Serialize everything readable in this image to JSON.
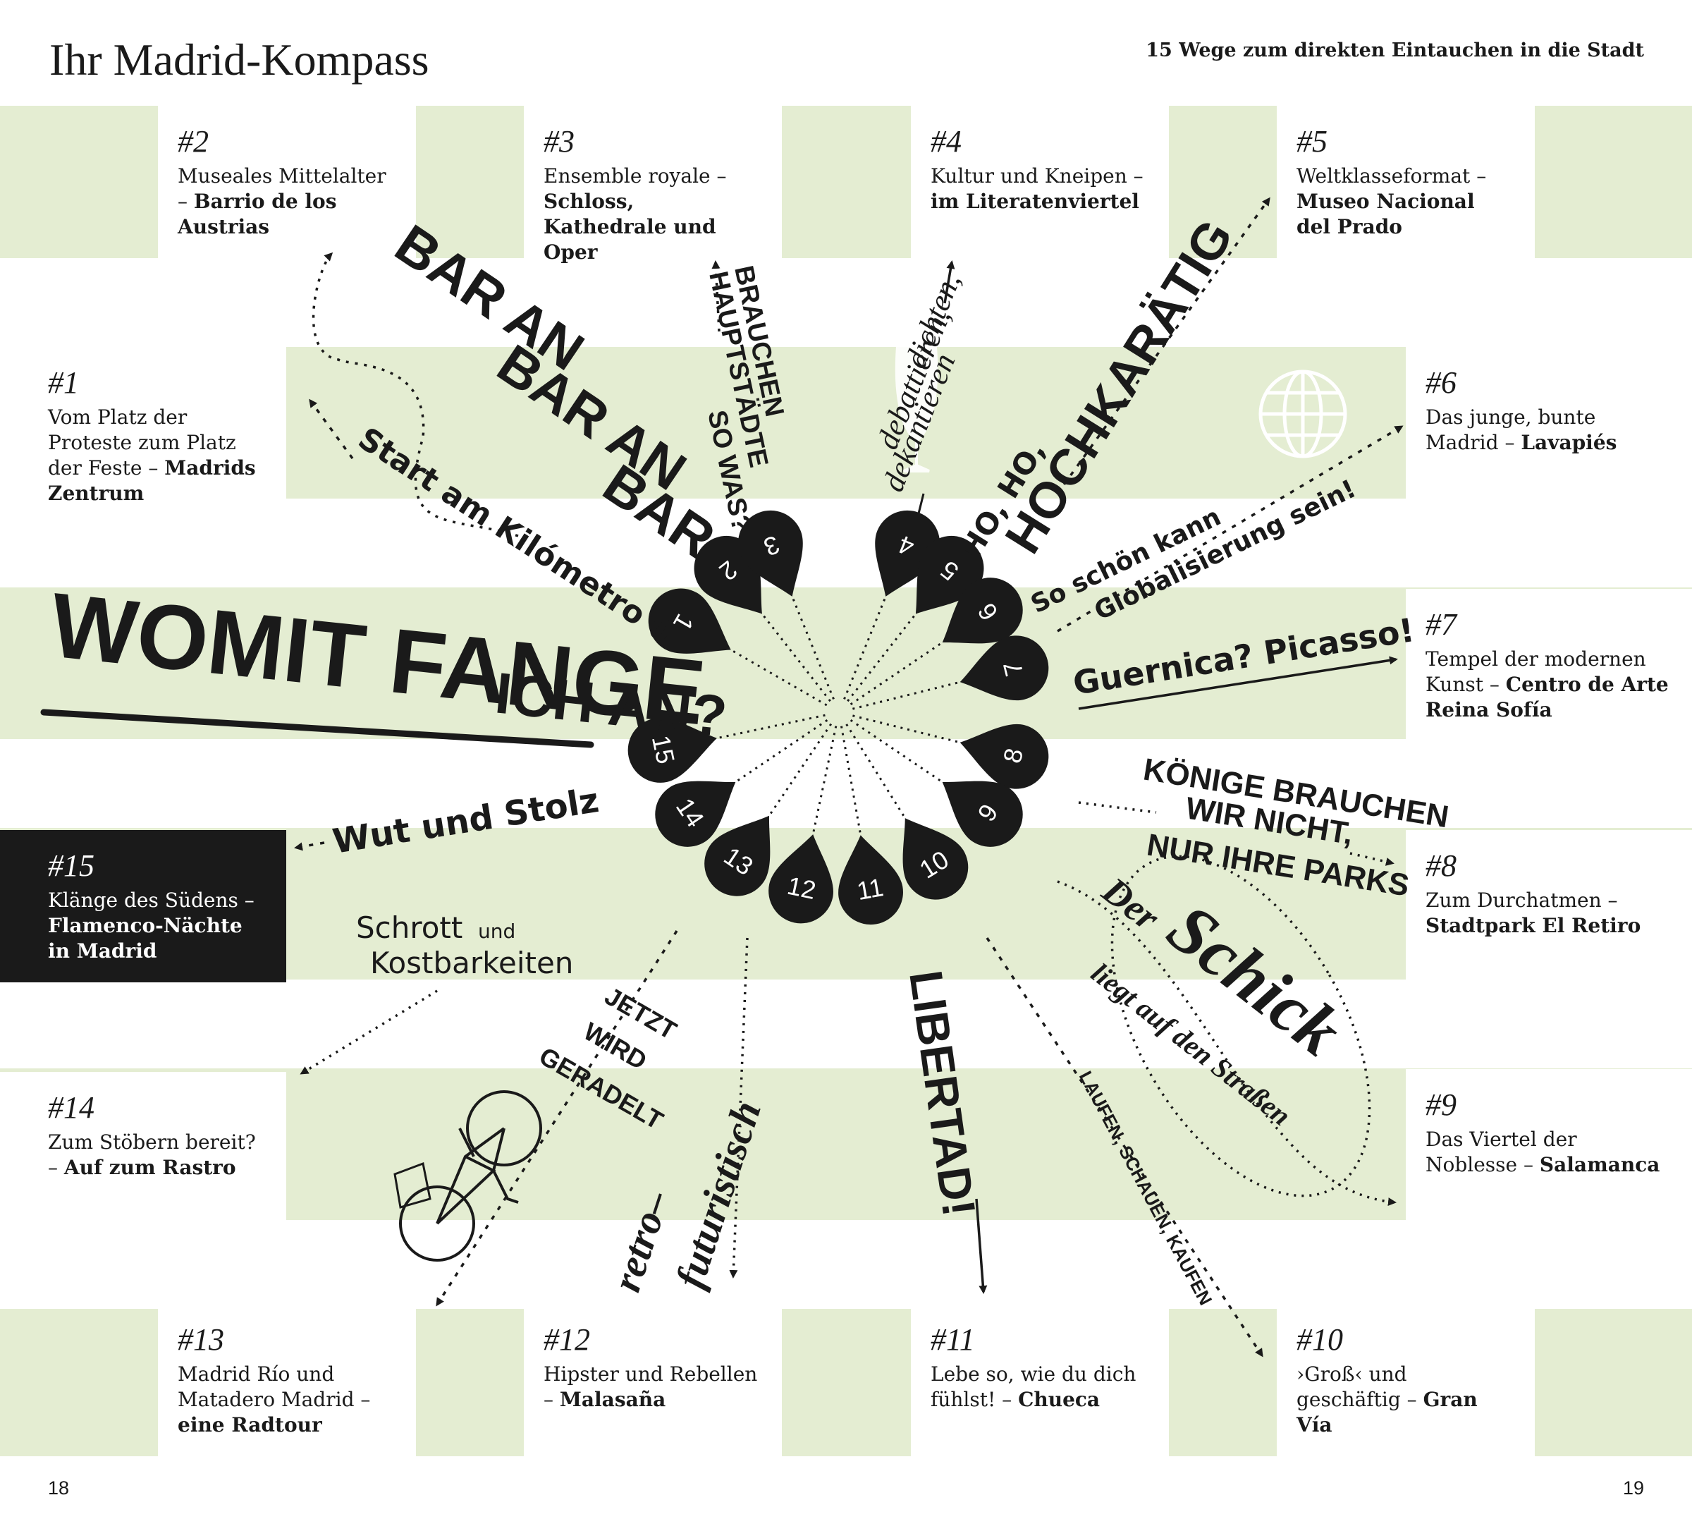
{
  "header": {
    "title": "Ihr Madrid-Kompass",
    "subtitle": "15 Wege zum direkten Eintauchen in die Stadt"
  },
  "entries": [
    {
      "num": "#1",
      "text": "Vom Platz der Proteste zum Platz der Feste – ",
      "bold": "Madrids Zentrum"
    },
    {
      "num": "#2",
      "text": "Museales Mittelalter – ",
      "bold": "Barrio de los Austrias"
    },
    {
      "num": "#3",
      "text": "Ensemble royale – ",
      "bold": "Schloss, Kathedrale und Oper"
    },
    {
      "num": "#4",
      "text": "Kultur und Kneipen – ",
      "bold": "im Literatenviertel"
    },
    {
      "num": "#5",
      "text": "Weltklasseformat – ",
      "bold": "Museo Nacional del Prado"
    },
    {
      "num": "#6",
      "text": "Das junge, bunte Madrid – ",
      "bold": "Lavapiés"
    },
    {
      "num": "#7",
      "text": "Tempel der modernen Kunst – ",
      "bold": "Centro de Arte Reina Sofía"
    },
    {
      "num": "#8",
      "text": "Zum Durchatmen – ",
      "bold": "Stadtpark El Retiro"
    },
    {
      "num": "#9",
      "text": "Das Viertel der Noblesse – ",
      "bold": "Salamanca"
    },
    {
      "num": "#10",
      "text": "›Groß‹ und geschäftig – ",
      "bold": "Gran Vía"
    },
    {
      "num": "#11",
      "text": "Lebe so, wie du dich fühlst! – ",
      "bold": "Chueca"
    },
    {
      "num": "#12",
      "text": "Hipster und Rebellen – ",
      "bold": "Malasaña"
    },
    {
      "num": "#13",
      "text": "Madrid Río und Matadero Madrid – ",
      "bold": "eine Radtour"
    },
    {
      "num": "#14",
      "text": "Zum Stöbern bereit? – ",
      "bold": "Auf zum Rastro"
    },
    {
      "num": "#15",
      "text": "Klänge des Südens – ",
      "bold": "Flamenco-Nächte in Madrid"
    }
  ],
  "compass": {
    "pins": [
      "1",
      "2",
      "3",
      "4",
      "5",
      "6",
      "7",
      "8",
      "9",
      "10",
      "11",
      "12",
      "13",
      "14",
      "15"
    ],
    "headline_1": "WOMIT FANGE",
    "headline_2": "ICH AN?",
    "slogans": {
      "bar_1": "BAR AN",
      "bar_2": "BAR AN",
      "bar_3": "BAR",
      "start": "Start am Kilómetro 0",
      "brauchen_1": "BRAUCHEN",
      "brauchen_2": "HAUPTSTÄDTE",
      "brauchen_3": "SO WAS?",
      "dichten_1": "dichten,",
      "dichten_2": "debattieren,",
      "dichten_3": "dekantieren",
      "hoho_1": "HO, HO,",
      "hoho_2": "HOCHKARÄTIG",
      "schoen_1": "So schön kann",
      "schoen_2": "Globalisierung sein!",
      "guernica": "Guernica? Picasso!",
      "koenige_1": "KÖNIGE BRAUCHEN",
      "koenige_2": "WIR NICHT,",
      "koenige_3": "NUR IHRE PARKS",
      "schick_1": "Der",
      "schick_2": "Schick",
      "schick_3": "liegt auf den Straßen",
      "laufen": "LAUFEN, SCHAUEN, KAUFEN",
      "libertad": "LIBERTAD!",
      "retro_1": "retro–",
      "retro_2": "futuristisch",
      "jetzt_1": "JETZT",
      "jetzt_2": "WIRD",
      "jetzt_3": "GERADELT",
      "schrott_1": "Schrott",
      "schrott_und": "und",
      "schrott_2": "Kostbarkeiten",
      "wut": "Wut und Stolz"
    }
  },
  "footer": {
    "left_page": "18",
    "right_page": "19"
  },
  "colors": {
    "background": "#e4edd2",
    "ink": "#1a1a1a",
    "paper": "#ffffff"
  }
}
